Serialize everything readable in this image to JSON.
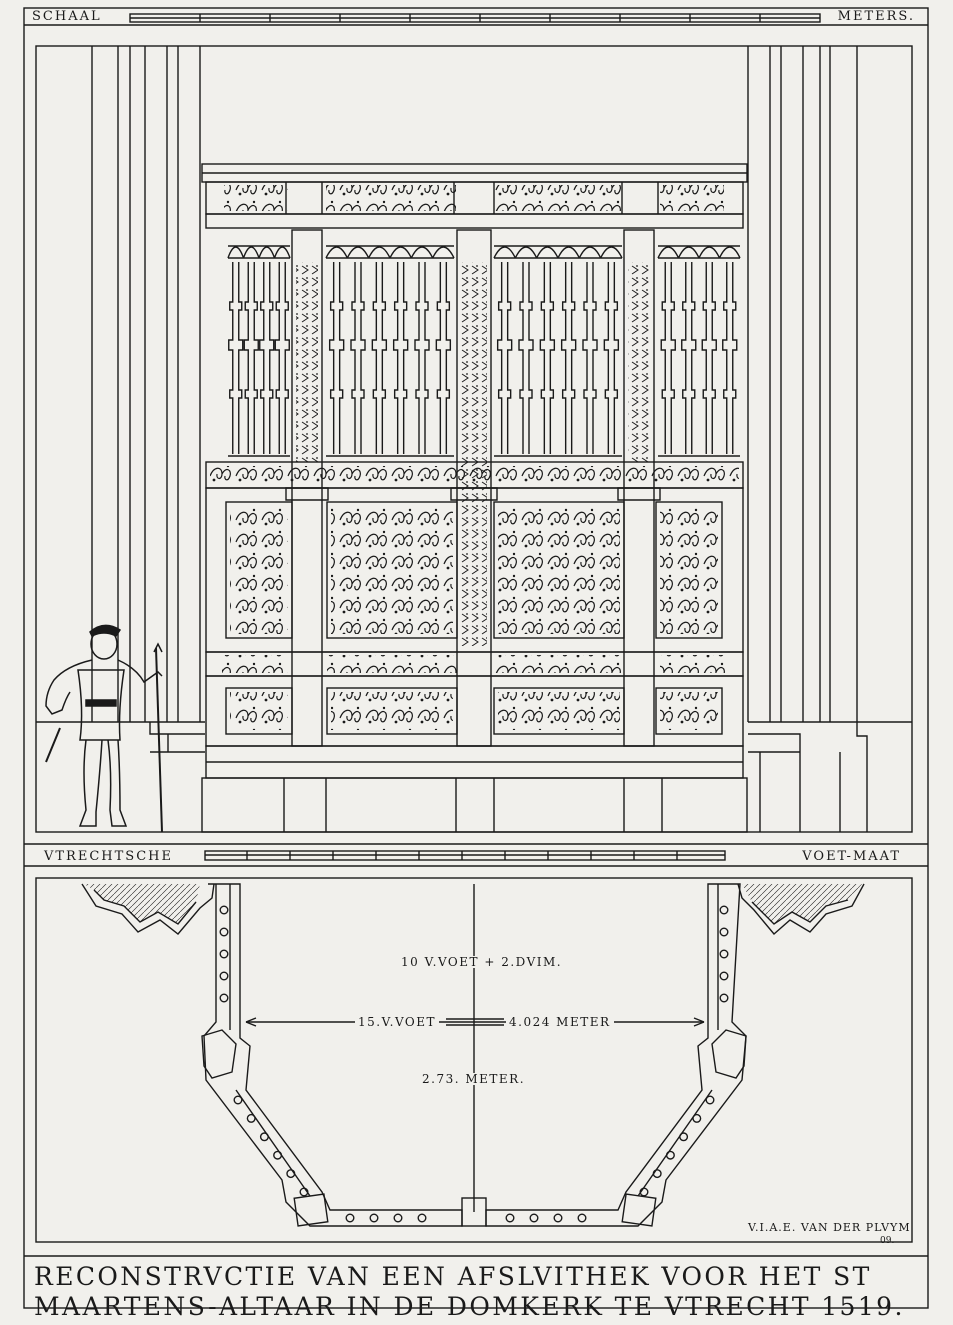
{
  "scale": {
    "top_left": "SCHAAL",
    "top_right": "METERS.",
    "bottom_left": "VTRECHTSCHE",
    "bottom_right": "VOET-MAAT"
  },
  "dimensions": {
    "width_feet": "10 V.VOET + 2.DVIM.",
    "depth_feet": "15.V.VOET",
    "depth_meters": "4.024 METER",
    "width_meters": "2.73. METER."
  },
  "signature": {
    "name": "V.I.A.E. VAN DER PLVYM",
    "year": "09."
  },
  "title": {
    "line1": "RECONSTRVCTIE VAN EEN AFSLVITHEK VOOR HET ST",
    "line2": "MAARTENS-ALTAAR IN DE DOMKERK TE VTRECHT 1519."
  },
  "colors": {
    "ink": "#1a1a1a",
    "paper": "#f1f0ec"
  }
}
